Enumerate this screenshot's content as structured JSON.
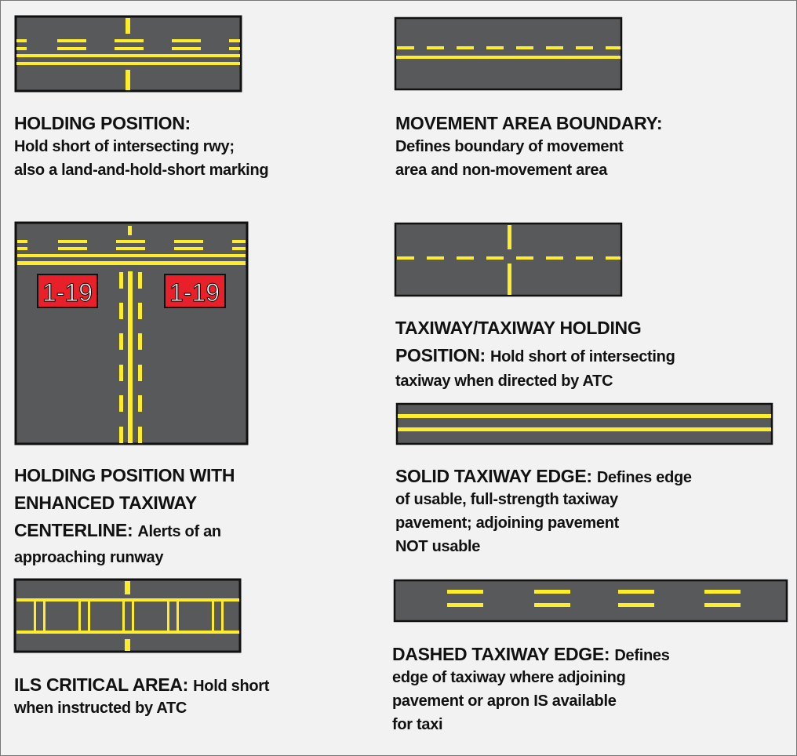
{
  "colors": {
    "pavement": "#58595b",
    "marking": "#ffed29",
    "sign": "#e8202a",
    "background": "#f2f2f2"
  },
  "sign_text": "1-19",
  "labels": {
    "holding_position": [
      {
        "h": "HOLDING POSITION:",
        "d": ""
      },
      {
        "h": "",
        "d": "Hold short of intersecting rwy;"
      },
      {
        "h": "",
        "d": "also a land-and-hold-short marking"
      }
    ],
    "movement_area": [
      {
        "h": "MOVEMENT AREA BOUNDARY:",
        "d": ""
      },
      {
        "h": "",
        "d": "Defines boundary of movement"
      },
      {
        "h": "",
        "d": "area and non-movement area"
      }
    ],
    "enhanced": [
      {
        "h": "HOLDING POSITION WITH",
        "d": ""
      },
      {
        "h": "ENHANCED TAXIWAY",
        "d": ""
      },
      {
        "h": "CENTERLINE: ",
        "d": "Alerts of an"
      },
      {
        "h": "",
        "d": "approaching runway"
      }
    ],
    "taxiway_holding": [
      {
        "h": "TAXIWAY/TAXIWAY HOLDING",
        "d": ""
      },
      {
        "h": "POSITION: ",
        "d": "Hold short of intersecting"
      },
      {
        "h": "",
        "d": "taxiway when directed by ATC"
      }
    ],
    "solid_edge": [
      {
        "h": "SOLID TAXIWAY EDGE: ",
        "d": "Defines edge"
      },
      {
        "h": "",
        "d": "of usable, full-strength taxiway"
      },
      {
        "h": "",
        "d": "pavement; adjoining pavement"
      },
      {
        "h": "",
        "d": "NOT usable"
      }
    ],
    "ils": [
      {
        "h": "ILS CRITICAL AREA: ",
        "d": "Hold short"
      },
      {
        "h": "",
        "d": "when instructed by ATC"
      }
    ],
    "dashed_edge": [
      {
        "h": "DASHED TAXIWAY EDGE: ",
        "d": "Defines"
      },
      {
        "h": "",
        "d": "edge of taxiway where adjoining"
      },
      {
        "h": "",
        "d": "pavement or apron IS available"
      },
      {
        "h": "",
        "d": "for taxi"
      }
    ]
  }
}
